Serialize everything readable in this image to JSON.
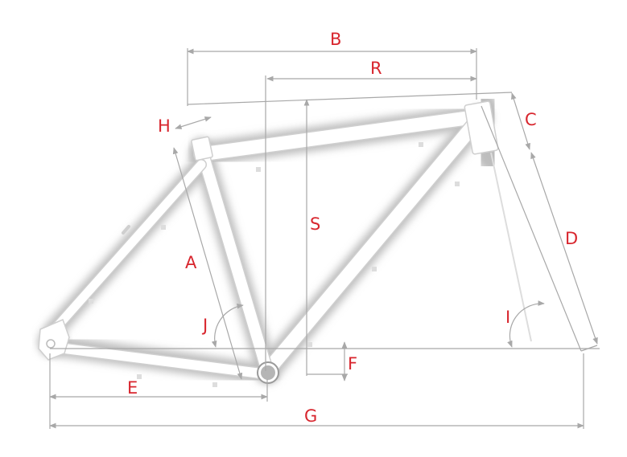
{
  "labels": {
    "A": "A",
    "B": "B",
    "C": "C",
    "D": "D",
    "E": "E",
    "F": "F",
    "G": "G",
    "H": "H",
    "I": "I",
    "J": "J",
    "R": "R",
    "S": "S"
  },
  "colors": {
    "label": "#d8262e",
    "dimension_line": "#a8a8a8",
    "frame_shadow": "#bdbdbd",
    "frame": "#ffffff"
  }
}
